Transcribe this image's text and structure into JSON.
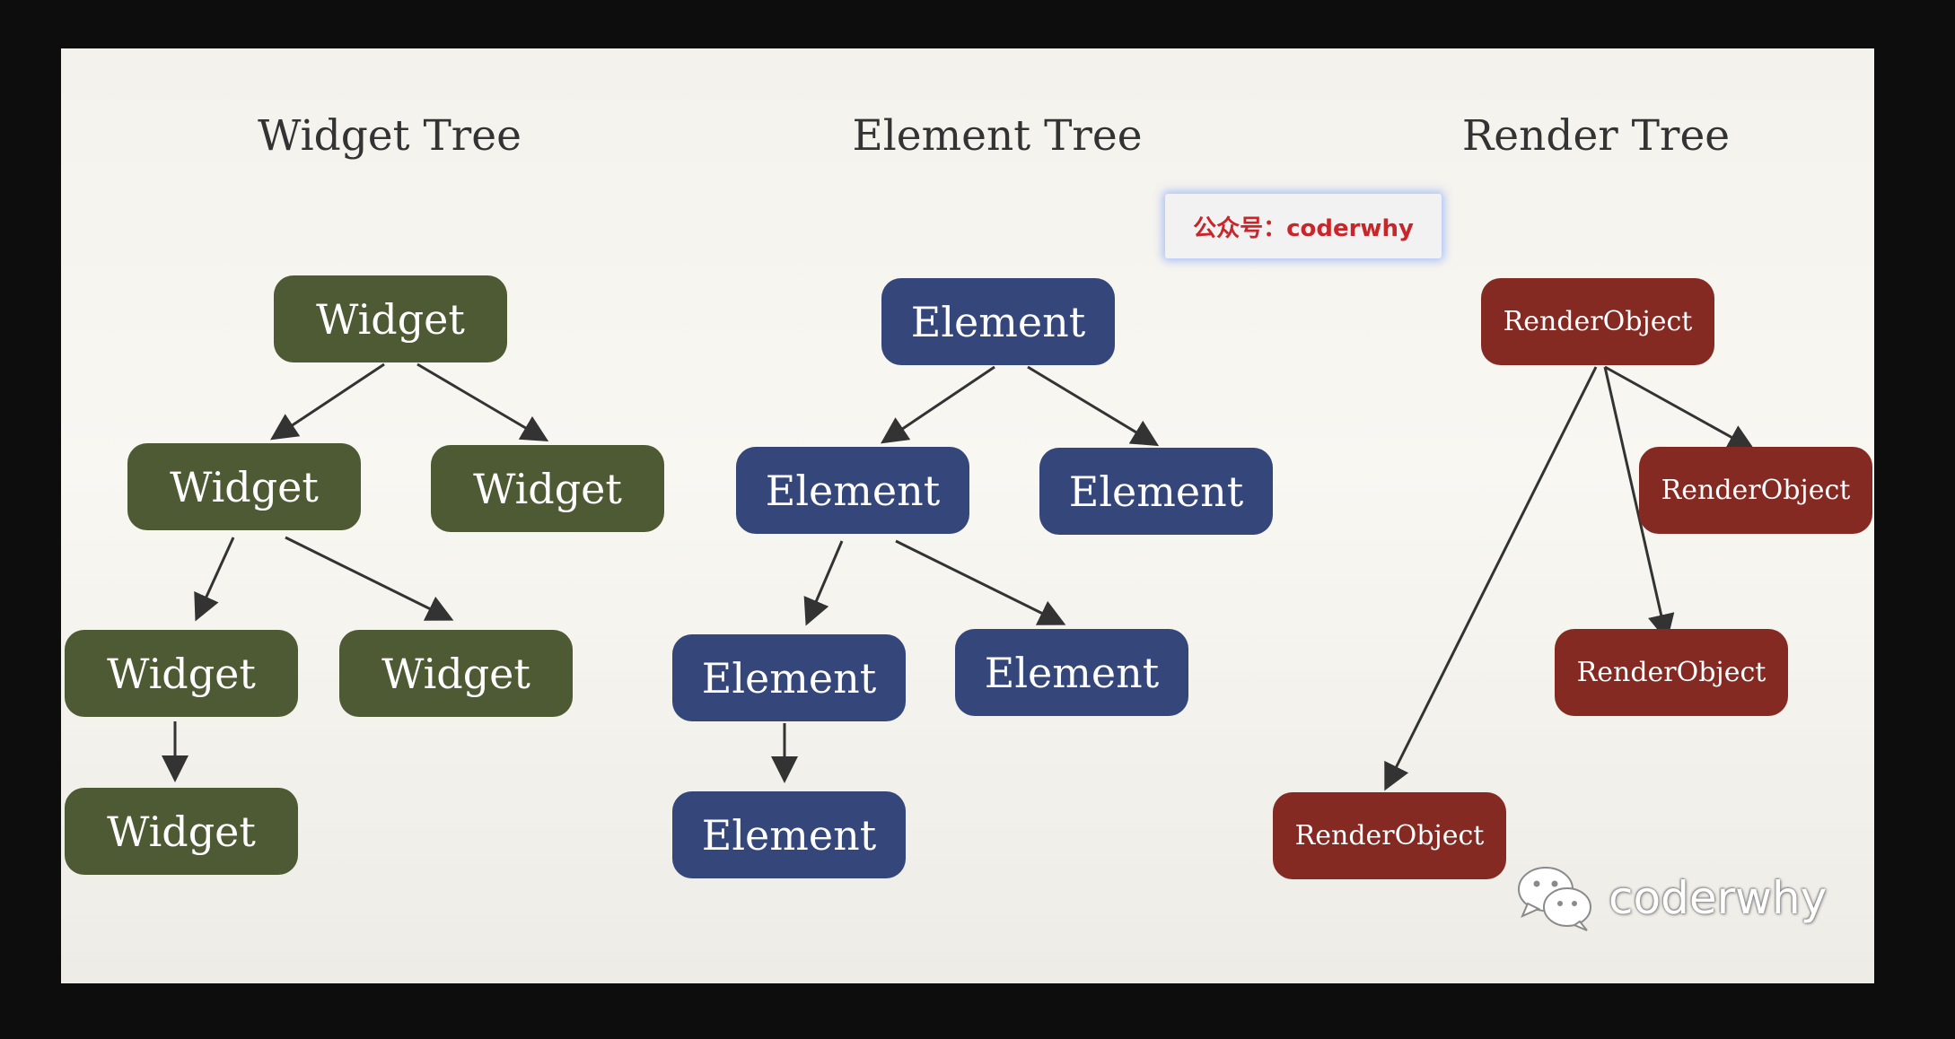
{
  "trees": {
    "widget": {
      "title": "Widget Tree",
      "nodes": [
        "Widget",
        "Widget",
        "Widget",
        "Widget",
        "Widget",
        "Widget"
      ],
      "color": "#4d5a33"
    },
    "element": {
      "title": "Element Tree",
      "nodes": [
        "Element",
        "Element",
        "Element",
        "Element",
        "Element",
        "Element"
      ],
      "color": "#34467a"
    },
    "render": {
      "title": "Render Tree",
      "nodes": [
        "RenderObject",
        "RenderObject",
        "RenderObject",
        "RenderObject"
      ],
      "color": "#852a23"
    }
  },
  "tag": "公众号：coderwhy",
  "watermark": {
    "icon": "wechat-icon",
    "text": "coderwhy"
  }
}
